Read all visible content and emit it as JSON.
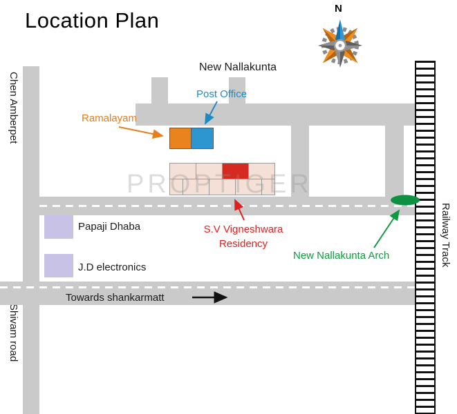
{
  "title": "Location Plan",
  "watermark": "PROPTIGER",
  "compass": {
    "north": "N"
  },
  "roads": {
    "chen_amberpet": "Chen Amberpet",
    "shivam_road": "Shivam road",
    "towards_shankarmatt": "Towards shankarmatt",
    "railway_track": "Railway Track"
  },
  "places": {
    "new_nallakunta": "New Nallakunta",
    "post_office": "Post Office",
    "ramalayam": "Ramalayam",
    "residency_line1": "S.V Vigneshwara",
    "residency_line2": "Residency",
    "arch": "New Nallakunta Arch",
    "papaji_dhaba": "Papaji Dhaba",
    "jd_electronics": "J.D electronics"
  },
  "colors": {
    "road_gray": "#cacaca",
    "building_purple": "#c8c2e6",
    "building_orange": "#e8831d",
    "building_blue": "#2d95cf",
    "building_red": "#d42a21",
    "block_cell": "#f4e0d6",
    "arch_green": "#0e9043",
    "label_blue": "#1e8bc3",
    "label_orange": "#e87e1a",
    "label_red": "#e02020",
    "label_green": "#0d9b3d",
    "compass_orange": "#ef8c1e",
    "compass_blue": "#2f98d8"
  }
}
